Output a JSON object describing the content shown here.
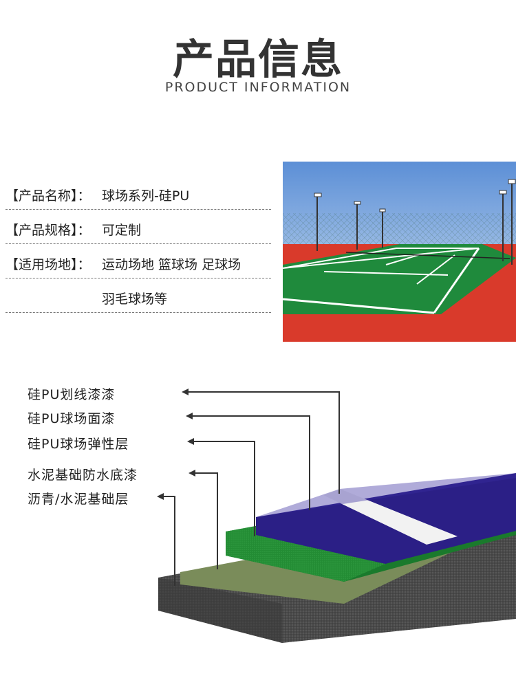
{
  "header": {
    "title": "产品信息",
    "subtitle": "PRODUCT INFORMATION"
  },
  "specs": [
    {
      "label": "【产品名称】：",
      "value": "球场系列-硅PU"
    },
    {
      "label": "【产品规格】：",
      "value": "可定制"
    },
    {
      "label": "【适用场地】：",
      "value": "运动场地 篮球场 足球场"
    },
    {
      "label": "",
      "value": "羽毛球场等"
    }
  ],
  "layers": [
    "硅PU划线漆漆",
    "硅PU球场面漆",
    "硅PU球场弹性层",
    "水泥基础防水底漆",
    "沥青/水泥基础层"
  ],
  "colors": {
    "court_green": "#1f8a3c",
    "court_red": "#d93a2b",
    "top_coat_purple": "#2b1f86",
    "elastic_green": "#238c34",
    "primer_olive": "#7a8c5a",
    "base_gray": "#4a4a4a"
  }
}
